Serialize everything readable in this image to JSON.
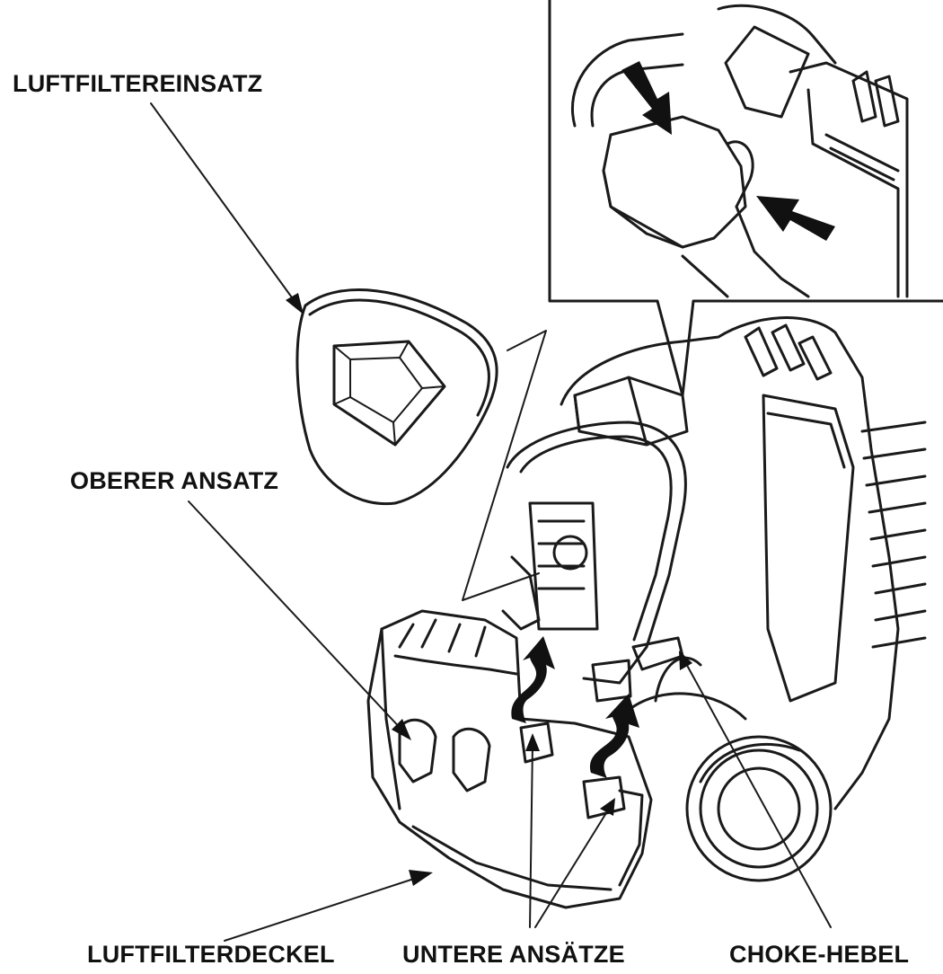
{
  "labels": {
    "air_filter_element": "LUFTFILTEREINSATZ",
    "upper_tab": "OBERER ANSATZ",
    "air_filter_cover": "LUFTFILTERDECKEL",
    "lower_tabs": "UNTERE ANSÄTZE",
    "choke_lever": "CHOKE-HEBEL"
  },
  "colors": {
    "ink": "#111111",
    "background": "#ffffff"
  },
  "icons": {
    "press_arrow": "black-press-arrow",
    "insert_arrow": "black-curved-arrow"
  }
}
